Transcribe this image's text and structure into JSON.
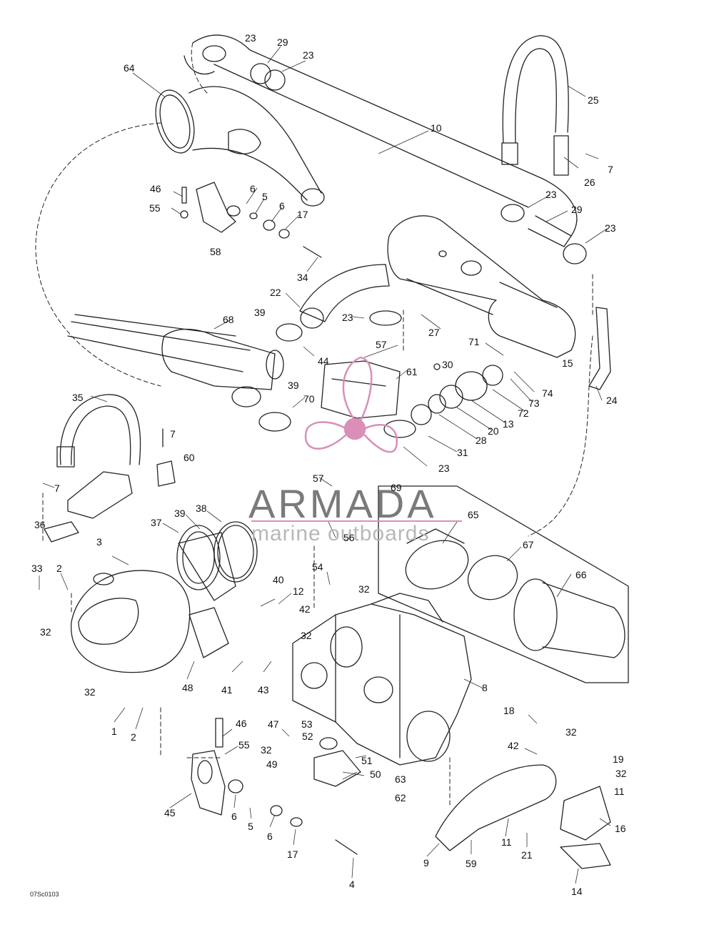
{
  "drawing_code": "07Sc0103",
  "watermark": {
    "brand": "ARMADA",
    "tagline": "marine outboards",
    "accent_color": "#d98fb8"
  },
  "callouts": [
    {
      "id": "c23a",
      "text": "23"
    },
    {
      "id": "c29a",
      "text": "29"
    },
    {
      "id": "c23b",
      "text": "23"
    },
    {
      "id": "c64",
      "text": "64"
    },
    {
      "id": "c25",
      "text": "25"
    },
    {
      "id": "c10",
      "text": "10"
    },
    {
      "id": "c7a",
      "text": "7"
    },
    {
      "id": "c26",
      "text": "26"
    },
    {
      "id": "c46a",
      "text": "46"
    },
    {
      "id": "c6a",
      "text": "6"
    },
    {
      "id": "c5a",
      "text": "5"
    },
    {
      "id": "c55a",
      "text": "55"
    },
    {
      "id": "c6b",
      "text": "6"
    },
    {
      "id": "c17a",
      "text": "17"
    },
    {
      "id": "c23c",
      "text": "23"
    },
    {
      "id": "c29b",
      "text": "29"
    },
    {
      "id": "c23d",
      "text": "23"
    },
    {
      "id": "c58",
      "text": "58"
    },
    {
      "id": "c34",
      "text": "34"
    },
    {
      "id": "c22",
      "text": "22"
    },
    {
      "id": "c39a",
      "text": "39"
    },
    {
      "id": "c68",
      "text": "68"
    },
    {
      "id": "c23e",
      "text": "23"
    },
    {
      "id": "c27",
      "text": "27"
    },
    {
      "id": "c44",
      "text": "44"
    },
    {
      "id": "c57a",
      "text": "57"
    },
    {
      "id": "c71",
      "text": "71"
    },
    {
      "id": "c30",
      "text": "30"
    },
    {
      "id": "c15",
      "text": "15"
    },
    {
      "id": "c61",
      "text": "61"
    },
    {
      "id": "c39b",
      "text": "39"
    },
    {
      "id": "c74",
      "text": "74"
    },
    {
      "id": "c24",
      "text": "24"
    },
    {
      "id": "c73",
      "text": "73"
    },
    {
      "id": "c35",
      "text": "35"
    },
    {
      "id": "c70",
      "text": "70"
    },
    {
      "id": "c72",
      "text": "72"
    },
    {
      "id": "c13",
      "text": "13"
    },
    {
      "id": "c20",
      "text": "20"
    },
    {
      "id": "c7b",
      "text": "7"
    },
    {
      "id": "c28",
      "text": "28"
    },
    {
      "id": "c31",
      "text": "31"
    },
    {
      "id": "c60",
      "text": "60"
    },
    {
      "id": "c23f",
      "text": "23"
    },
    {
      "id": "c7c",
      "text": "7"
    },
    {
      "id": "c57b",
      "text": "57"
    },
    {
      "id": "c69",
      "text": "69"
    },
    {
      "id": "c36",
      "text": "36"
    },
    {
      "id": "c39c",
      "text": "39"
    },
    {
      "id": "c38",
      "text": "38"
    },
    {
      "id": "c65",
      "text": "65"
    },
    {
      "id": "c37",
      "text": "37"
    },
    {
      "id": "c56",
      "text": "56"
    },
    {
      "id": "c3",
      "text": "3"
    },
    {
      "id": "c67",
      "text": "67"
    },
    {
      "id": "c33",
      "text": "33"
    },
    {
      "id": "c2a",
      "text": "2"
    },
    {
      "id": "c54",
      "text": "54"
    },
    {
      "id": "c32a",
      "text": "32"
    },
    {
      "id": "c66",
      "text": "66"
    },
    {
      "id": "c40",
      "text": "40"
    },
    {
      "id": "c12",
      "text": "12"
    },
    {
      "id": "c42a",
      "text": "42"
    },
    {
      "id": "c32b",
      "text": "32"
    },
    {
      "id": "c32c",
      "text": "32"
    },
    {
      "id": "c48",
      "text": "48"
    },
    {
      "id": "c41",
      "text": "41"
    },
    {
      "id": "c43",
      "text": "43"
    },
    {
      "id": "c8",
      "text": "8"
    },
    {
      "id": "c32d",
      "text": "32"
    },
    {
      "id": "c18",
      "text": "18"
    },
    {
      "id": "c32e",
      "text": "32"
    },
    {
      "id": "c1",
      "text": "1"
    },
    {
      "id": "c2b",
      "text": "2"
    },
    {
      "id": "c46b",
      "text": "46"
    },
    {
      "id": "c47",
      "text": "47"
    },
    {
      "id": "c53",
      "text": "53"
    },
    {
      "id": "c52",
      "text": "52"
    },
    {
      "id": "c55b",
      "text": "55"
    },
    {
      "id": "c32f",
      "text": "32"
    },
    {
      "id": "c42b",
      "text": "42"
    },
    {
      "id": "c51",
      "text": "51"
    },
    {
      "id": "c19",
      "text": "19"
    },
    {
      "id": "c49",
      "text": "49"
    },
    {
      "id": "c50",
      "text": "50"
    },
    {
      "id": "c32g",
      "text": "32"
    },
    {
      "id": "c63",
      "text": "63"
    },
    {
      "id": "c11a",
      "text": "11"
    },
    {
      "id": "c45",
      "text": "45"
    },
    {
      "id": "c62",
      "text": "62"
    },
    {
      "id": "c6c",
      "text": "6"
    },
    {
      "id": "c5b",
      "text": "5"
    },
    {
      "id": "c16",
      "text": "16"
    },
    {
      "id": "c6d",
      "text": "6"
    },
    {
      "id": "c11b",
      "text": "11"
    },
    {
      "id": "c17b",
      "text": "17"
    },
    {
      "id": "c21",
      "text": "21"
    },
    {
      "id": "c9",
      "text": "9"
    },
    {
      "id": "c59",
      "text": "59"
    },
    {
      "id": "c4",
      "text": "4"
    },
    {
      "id": "c14",
      "text": "14"
    }
  ]
}
